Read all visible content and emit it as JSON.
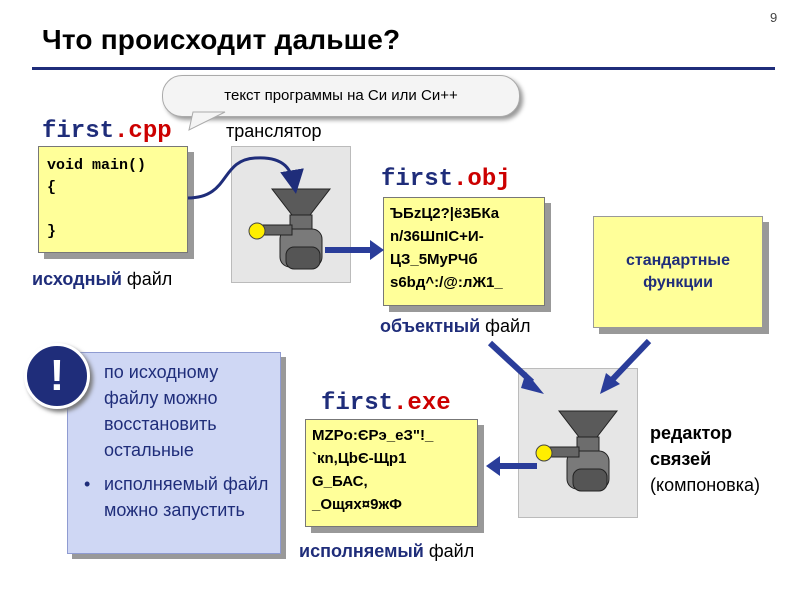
{
  "slide_number": "9",
  "title": "Что происходит дальше?",
  "callout": "текст программы на Си или Си++",
  "source": {
    "name": "first",
    "ext": ".cpp",
    "code": [
      "void main()",
      "{",
      "",
      "}"
    ],
    "caption_kw": "исходный",
    "caption_rest": " файл"
  },
  "translator_label": "транслятор",
  "object": {
    "name": "first",
    "ext": ".obj",
    "lines": [
      "ЪБzЦ2?|ё3БКа",
      "n/36ШпIС+И-",
      "ЦЗ_5МуРЧб",
      "s6bд^:/@:лЖ1_"
    ],
    "caption_kw": "объектный",
    "caption_rest": " файл"
  },
  "standard": {
    "line1": "стандартные",
    "line2": "функции"
  },
  "executable": {
    "name": "first",
    "ext": ".exe",
    "lines": [
      "MZPo:ЄРэ_eЗ\"!_",
      "`кn,ЦbЄ-Щр1",
      "G_БАС,",
      "_Ощях¤9жФ"
    ],
    "caption_kw": "исполняемый",
    "caption_rest": " файл"
  },
  "notes": {
    "icon": "!",
    "items": [
      "по исходному файлу можно восстановить остальные",
      "исполняемый файл можно запустить"
    ]
  },
  "linker": {
    "line1": "редактор",
    "line2": "связей",
    "line3": "(компоновка)"
  },
  "colors": {
    "accent": "#1f2d7a",
    "ext": "#cc0000",
    "box": "#ffff99",
    "note": "#cfd7f4"
  }
}
